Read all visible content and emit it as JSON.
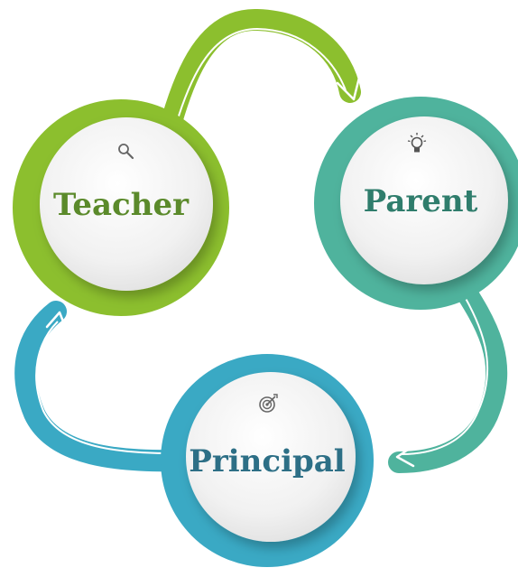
{
  "nodes": [
    {
      "id": "teacher",
      "label": "Teacher",
      "icon": "magnifier-icon",
      "color": "#8cbf2e",
      "text_color": "#5b8a2b"
    },
    {
      "id": "parent",
      "label": "Parent",
      "icon": "lightbulb-icon",
      "color": "#4fb39d",
      "text_color": "#2f7d6c"
    },
    {
      "id": "principal",
      "label": "Principal",
      "icon": "target-icon",
      "color": "#3aa9c4",
      "text_color": "#2d6f86"
    }
  ],
  "colors": {
    "green": "#8cbf2e",
    "teal": "#4fb39d",
    "blue": "#3aa9c4",
    "disc": "#efefef"
  }
}
